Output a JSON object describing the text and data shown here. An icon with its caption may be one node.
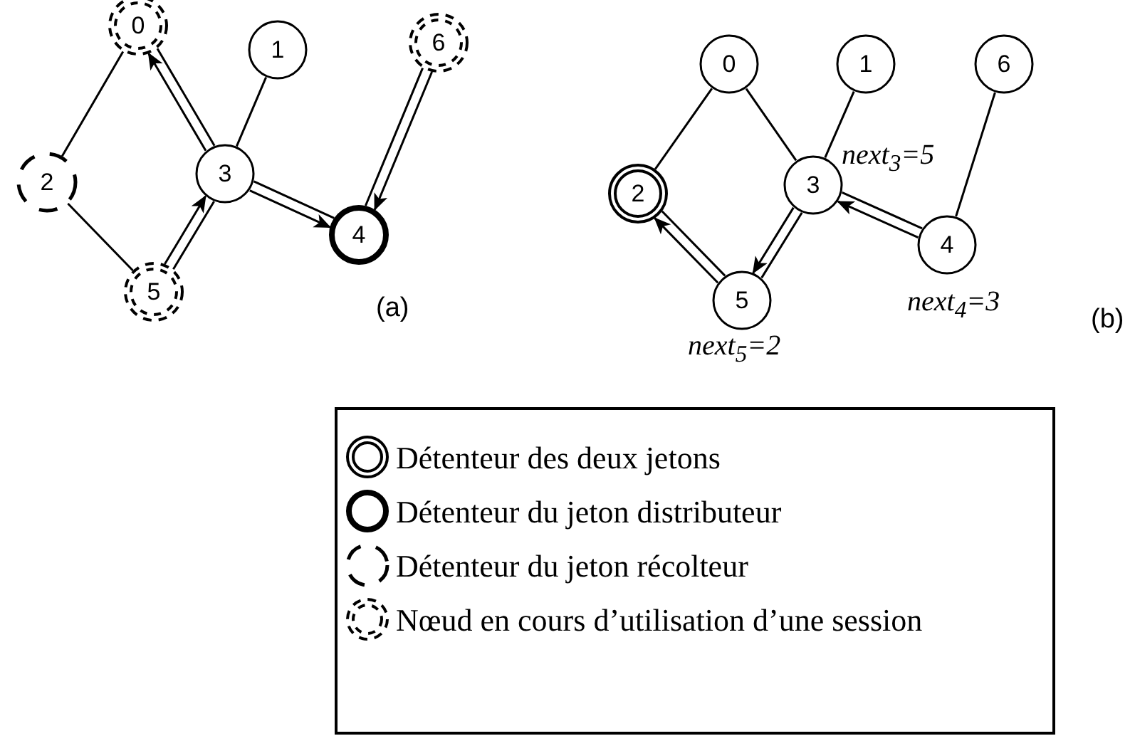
{
  "diagram": {
    "nodes": [
      {
        "text": [
          "0"
        ]
      },
      {
        "text": [
          "1"
        ]
      },
      {
        "text": [
          "2"
        ]
      },
      {
        "text": [
          "3"
        ]
      },
      {
        "text": [
          "4"
        ]
      },
      {
        "text": [
          "5"
        ]
      },
      {
        "text": [
          "6"
        ]
      },
      {
        "text": [
          "0"
        ]
      },
      {
        "text": [
          "1"
        ]
      },
      {
        "text": [
          "2"
        ]
      },
      {
        "text": [
          "3"
        ],
        "beside": [
          "next$_{3}$=5"
        ]
      },
      {
        "text": [
          "4"
        ],
        "beside": [
          "next$_{4}$=3"
        ]
      },
      {
        "text": [
          "5"
        ],
        "beside": [
          "next$_{5}$=2"
        ]
      },
      {
        "text": [
          "6"
        ]
      }
    ],
    "edges": [
      {
        "from": 0,
        "to": 2,
        "arrow": "none"
      },
      {
        "from": 2,
        "to": 5,
        "arrow": "none"
      },
      {
        "from": 3,
        "to": 0,
        "arrow": "to"
      },
      {
        "from": 3,
        "to": 0,
        "arrow": "none"
      },
      {
        "from": 1,
        "to": 3,
        "arrow": "none"
      },
      {
        "from": 5,
        "to": 3,
        "arrow": "to"
      },
      {
        "from": 5,
        "to": 3,
        "arrow": "none"
      },
      {
        "from": 3,
        "to": 4,
        "arrow": "to"
      },
      {
        "from": 3,
        "to": 4,
        "arrow": "none"
      },
      {
        "from": 6,
        "to": 4,
        "arrow": "to"
      },
      {
        "from": 6,
        "to": 4,
        "arrow": "none"
      },
      {
        "from": 7,
        "to": 9,
        "arrow": "none"
      },
      {
        "from": 7,
        "to": 10,
        "arrow": "none"
      },
      {
        "from": 8,
        "to": 10,
        "arrow": "none"
      },
      {
        "from": 13,
        "to": 11,
        "arrow": "none"
      },
      {
        "from": 12,
        "to": 9,
        "arrow": "to"
      },
      {
        "from": 12,
        "to": 9,
        "arrow": "none"
      },
      {
        "from": 10,
        "to": 12,
        "arrow": "to"
      },
      {
        "from": 10,
        "to": 12,
        "arrow": "none"
      },
      {
        "from": 11,
        "to": 10,
        "arrow": "to"
      },
      {
        "from": 11,
        "to": 10,
        "arrow": "none"
      }
    ],
    "labels": [
      "(a)",
      "(b)"
    ],
    "legend": [
      {
        "text": "Détenteur des deux jetons"
      },
      {
        "text": "Détenteur du jeton distributeur"
      },
      {
        "text": "Détenteur du jeton récolteur"
      },
      {
        "text": "Nœud en cours d’utilisation d’une session"
      }
    ]
  }
}
